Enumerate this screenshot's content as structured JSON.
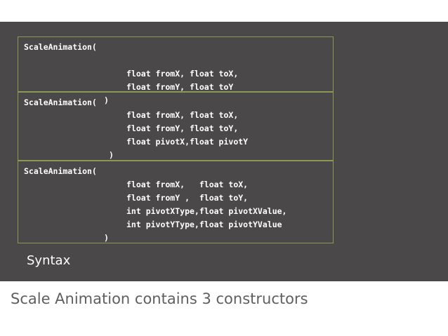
{
  "constructors": [
    {
      "name": "ScaleAnimation(",
      "params": [
        "float fromX, float toX,",
        "float fromY, float toY"
      ],
      "close": ")"
    },
    {
      "name": "ScaleAnimation(",
      "params": [
        "float fromX, float toX,",
        "float fromY, float toY,",
        "float pivotX,float pivotY"
      ],
      "close": ")"
    },
    {
      "name": "ScaleAnimation(",
      "params": [
        "float fromX,   float toX,",
        "float fromY ,  float toY,",
        "int pivotXType,float pivotXValue,",
        "int pivotYType,float pivotYValue"
      ],
      "close": ")"
    }
  ],
  "syntax_label": "Syntax",
  "caption": "Scale Animation contains 3 constructors"
}
